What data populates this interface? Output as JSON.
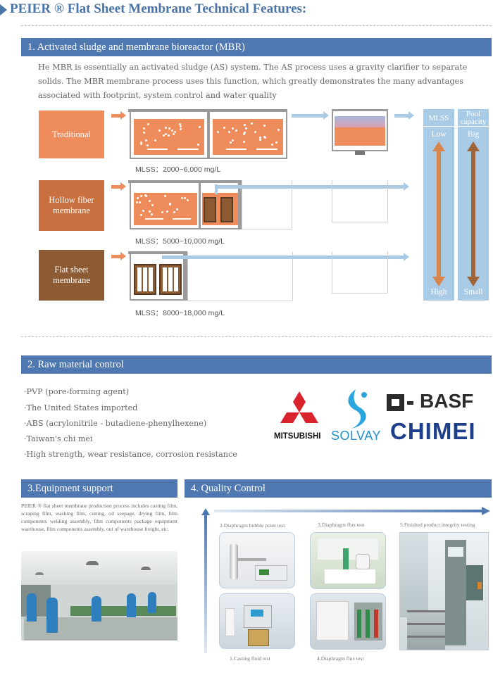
{
  "header": {
    "title": "PEIER ® Flat Sheet Membrane Technical Features:"
  },
  "section1": {
    "heading": "1. Activated sludge and membrane bioreactor (MBR)",
    "paragraph": "He MBR is essentially an activated sludge (AS) system. The AS process uses a gravity clarifier to separate solids. The MBR membrane process uses this function, which greatly demonstrates the many advantages associated with footprint, system control and water quality",
    "rows": [
      {
        "label": "Traditional",
        "mlss": "MLSS：2000~6,000 mg/L",
        "color": "#ef8c5c"
      },
      {
        "label": "Hollow fiber membrane",
        "mlss": "MLSS：5000~10,000 mg/L",
        "color": "#c8703f"
      },
      {
        "label": "Flat sheet membrane",
        "mlss": "MLSS：8000~18,000 mg/L",
        "color": "#8c5a33"
      }
    ],
    "columns": [
      {
        "head": "MLSS",
        "top": "Low",
        "bottom": "High"
      },
      {
        "head": "Pool capacity",
        "top": "Big",
        "bottom": "Small"
      }
    ]
  },
  "section2": {
    "heading": "2. Raw material control",
    "items": [
      "·PVP (pore-forming agent)",
      "·The United States imported",
      "·ABS (acrylonitrile - butadiene-phenylhexene)",
      "·Taiwan's chi mei",
      "·High strength, wear resistance, corrosion resistance"
    ],
    "logos": {
      "mitsubishi": "MITSUBISHI",
      "solvay": "SOLVAY",
      "basf": "BASF",
      "chimei": "CHIMEI"
    }
  },
  "section3": {
    "heading": "3.Equipment support",
    "paragraph": "PEIER ® flat sheet membrane production process includes casting film, scraping film, washing film, cutting, oil seepage, drying film, film components welding assembly, film components package equipment warehouse, film components assembly, out of warehouse freight, etc."
  },
  "section4": {
    "heading": "4.  Quality Control",
    "captions": {
      "c1": "1.Casting fluid test",
      "c2": "2.Diaphragm bubble point test",
      "c3": "3.Diaphragm flux test",
      "c4": "4.Diaphragm flux test",
      "c5": "5.Finished product integrity testing"
    }
  },
  "colors": {
    "accent": "#4f77b0",
    "light_blue": "#a9cbe6",
    "orange": "#ef8c5c"
  }
}
